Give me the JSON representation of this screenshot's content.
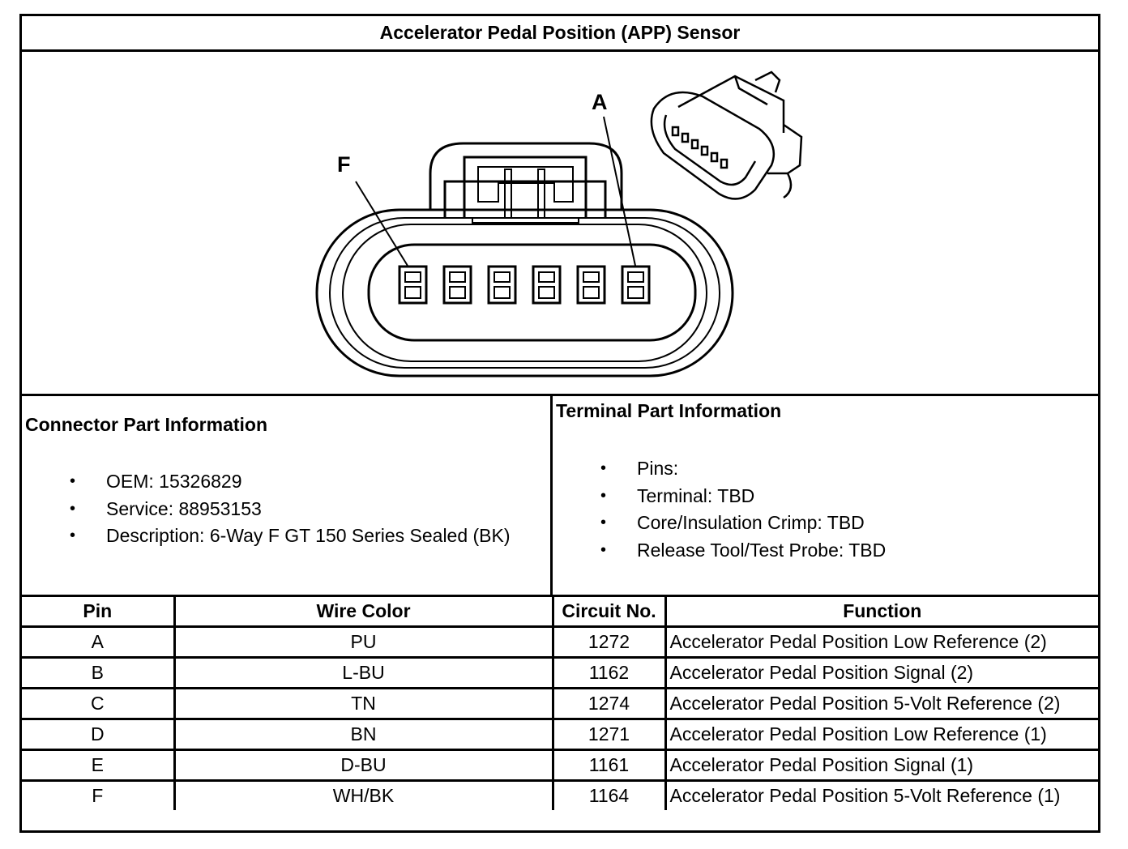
{
  "title": "Accelerator Pedal Position (APP) Sensor",
  "diagram": {
    "label_first_pin": "A",
    "label_last_pin": "F"
  },
  "connector_info": {
    "heading": "Connector Part Information",
    "items": [
      "OEM: 15326829",
      "Service: 88953153",
      "Description: 6-Way F GT 150 Series Sealed (BK)"
    ]
  },
  "terminal_info": {
    "heading": "Terminal Part Information",
    "items": [
      "Pins:",
      "Terminal: TBD",
      "Core/Insulation Crimp: TBD",
      "Release Tool/Test Probe: TBD"
    ]
  },
  "table": {
    "headers": {
      "pin": "Pin",
      "wire_color": "Wire Color",
      "circuit": "Circuit No.",
      "function": "Function"
    },
    "rows": [
      {
        "pin": "A",
        "wire_color": "PU",
        "circuit": "1272",
        "function": "Accelerator Pedal Position Low Reference (2)"
      },
      {
        "pin": "B",
        "wire_color": "L-BU",
        "circuit": "1162",
        "function": "Accelerator Pedal Position Signal (2)"
      },
      {
        "pin": "C",
        "wire_color": "TN",
        "circuit": "1274",
        "function": "Accelerator Pedal Position 5-Volt Reference (2)"
      },
      {
        "pin": "D",
        "wire_color": "BN",
        "circuit": "1271",
        "function": "Accelerator Pedal Position Low Reference (1)"
      },
      {
        "pin": "E",
        "wire_color": "D-BU",
        "circuit": "1161",
        "function": "Accelerator Pedal Position Signal (1)"
      },
      {
        "pin": "F",
        "wire_color": "WH/BK",
        "circuit": "1164",
        "function": "Accelerator Pedal Position 5-Volt Reference (1)"
      }
    ]
  }
}
